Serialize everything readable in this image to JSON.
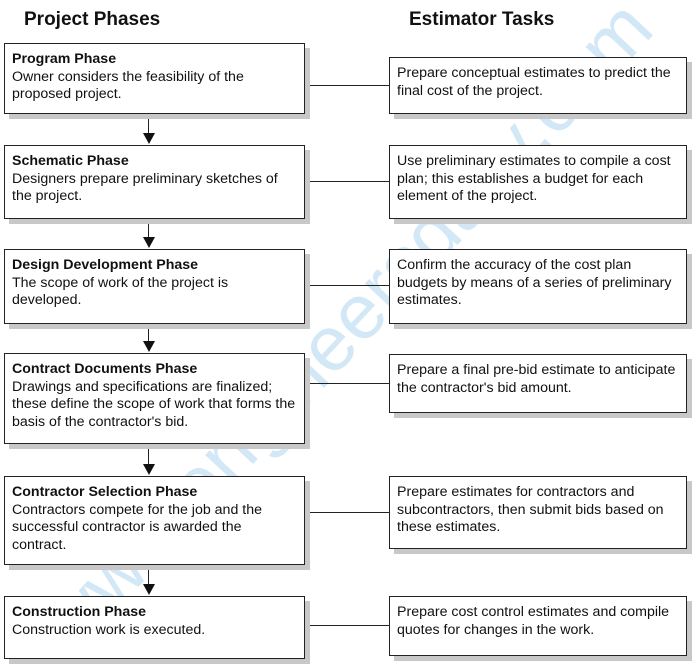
{
  "headers": {
    "phases": "Project Phases",
    "tasks": "Estimator Tasks"
  },
  "phases": [
    {
      "title": "Program Phase",
      "desc": "Owner considers the feasibility of the proposed project."
    },
    {
      "title": "Schematic Phase",
      "desc": "Designers prepare preliminary sketches of the project."
    },
    {
      "title": "Design Development Phase",
      "desc": "The scope of work of the project is developed."
    },
    {
      "title": "Contract Documents Phase",
      "desc": "Drawings and specifications are finalized; these define the scope of work that forms the basis of the contractor's bid."
    },
    {
      "title": "Contractor Selection Phase",
      "desc": "Contractors compete for the job and the successful contractor is awarded the contract."
    },
    {
      "title": "Construction Phase",
      "desc": "Construction work is executed."
    }
  ],
  "tasks": [
    "Prepare conceptual estimates to predict the final cost of the project.",
    "Use preliminary estimates to compile a cost plan; this establishes a budget for each element of the project.",
    "Confirm the accuracy of the cost plan budgets by means of a series of preliminary estimates.",
    "Prepare a final pre-bid estimate to anticipate the contractor's bid amount.",
    "Prepare estimates for contractors and subcontractors, then submit bids based on these estimates.",
    "Prepare cost control estimates and compile quotes for changes in the work."
  ],
  "watermark": "www.engineersdaily.com",
  "colors": {
    "watermark": "#cfe6f5",
    "shadow": "#c8c8c8"
  }
}
